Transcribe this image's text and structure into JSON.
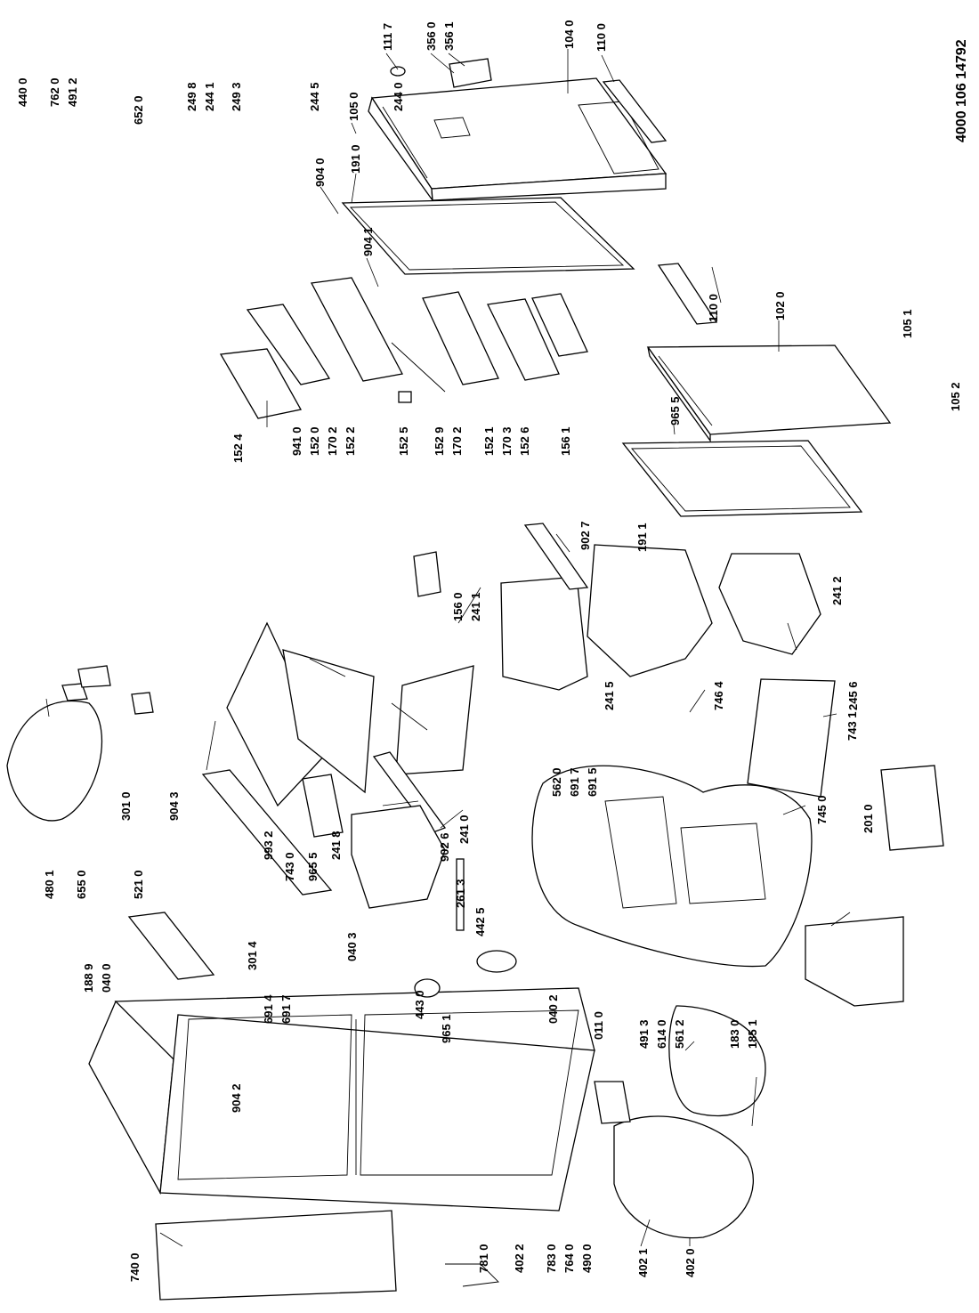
{
  "document": {
    "number": "4000 106 14792"
  },
  "callouts": [
    "111 7",
    "356 0",
    "356 1",
    "104 0",
    "110 0",
    "105 0",
    "904 0",
    "191 0",
    "904 1",
    "110 0",
    "102 0",
    "105 1",
    "965 5",
    "105 2",
    "152 4",
    "941 0",
    "152 0",
    "170 2",
    "152 2",
    "152 5",
    "152 9",
    "170 2",
    "152 1",
    "170 3",
    "152 6",
    "156 1",
    "191 1",
    "440 0",
    "762 0",
    "491 2",
    "652 0",
    "249 8",
    "244 1",
    "249 3",
    "244 5",
    "244 0",
    "156 0",
    "241 1",
    "902 7",
    "241 2",
    "241 5",
    "746 4",
    "245 6",
    "743 1",
    "301 0",
    "904 3",
    "480 1",
    "655 0",
    "521 0",
    "188 9",
    "040 0",
    "301 4",
    "743 0",
    "965 5",
    "993 2",
    "241 8",
    "902 6",
    "241 0",
    "261 3",
    "442 5",
    "040 3",
    "691 4",
    "691 7",
    "443 0",
    "040 2",
    "562 0",
    "691 7",
    "691 5",
    "745 0",
    "201 0",
    "965 1",
    "011 0",
    "491 3",
    "614 0",
    "561 2",
    "183 0",
    "185 1",
    "904 2",
    "402 1",
    "402 0",
    "740 0",
    "781 0",
    "402 2",
    "783 0",
    "764 0",
    "490 0"
  ]
}
